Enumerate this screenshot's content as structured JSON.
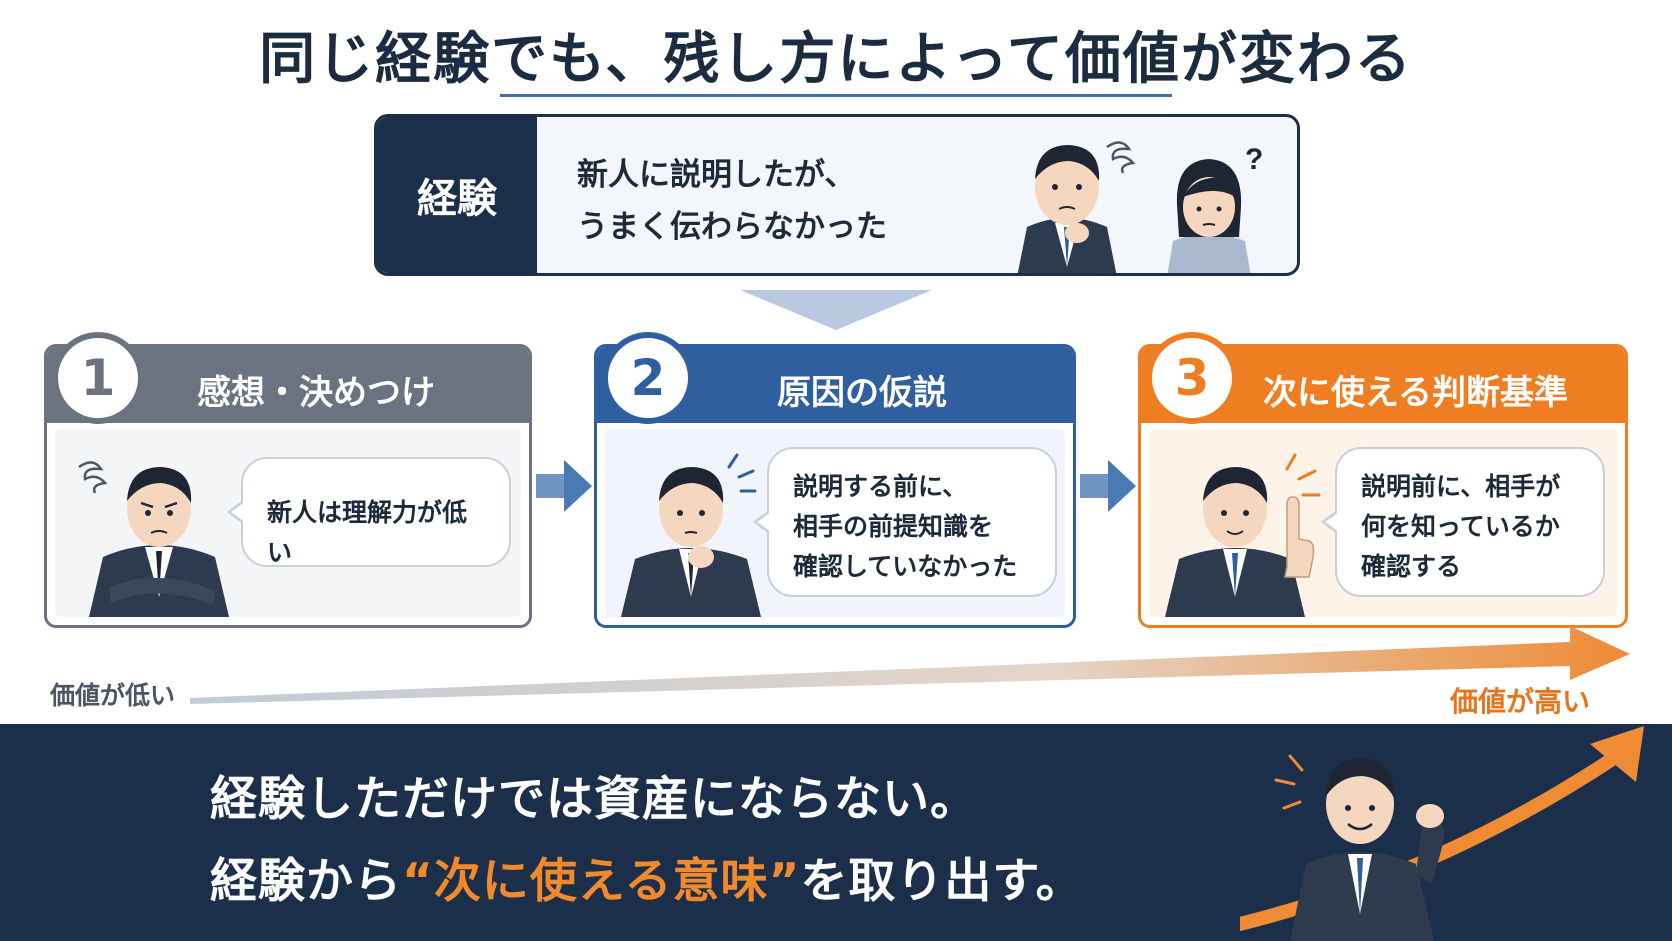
{
  "title": "同じ経験でも、残し方によって価値が変わる",
  "experience": {
    "label": "経験",
    "line1": "新人に説明したが、",
    "line2": "うまく伝わらなかった",
    "question_mark": "?"
  },
  "steps": [
    {
      "number": "1",
      "title": "感想・決めつけ",
      "bubble_lines": [
        "新人は理解力が低い"
      ],
      "color": "#6b7280"
    },
    {
      "number": "2",
      "title": "原因の仮説",
      "bubble_lines": [
        "説明する前に、",
        "相手の前提知識を",
        "確認していなかった"
      ],
      "color": "#2f5f9e"
    },
    {
      "number": "3",
      "title": "次に使える判断基準",
      "bubble_lines": [
        "説明前に、相手が",
        "何を知っているか",
        "確認する"
      ],
      "color": "#ef7d22"
    }
  ],
  "value_scale": {
    "low": "価値が低い",
    "high": "価値が高い"
  },
  "banner": {
    "line1": "経験しただけでは資産にならない。",
    "line2_prefix": "経験から",
    "line2_highlight": "“次に使える意味”",
    "line2_suffix": "を取り出す。"
  },
  "colors": {
    "navy": "#1b2f4a",
    "gray": "#6b7280",
    "blue": "#2f5f9e",
    "orange": "#ef7d22"
  },
  "icons": [
    "confusion-scribble-icon",
    "question-icon",
    "arrow-right-icon",
    "arrow-down-icon",
    "idea-spark-icon"
  ]
}
